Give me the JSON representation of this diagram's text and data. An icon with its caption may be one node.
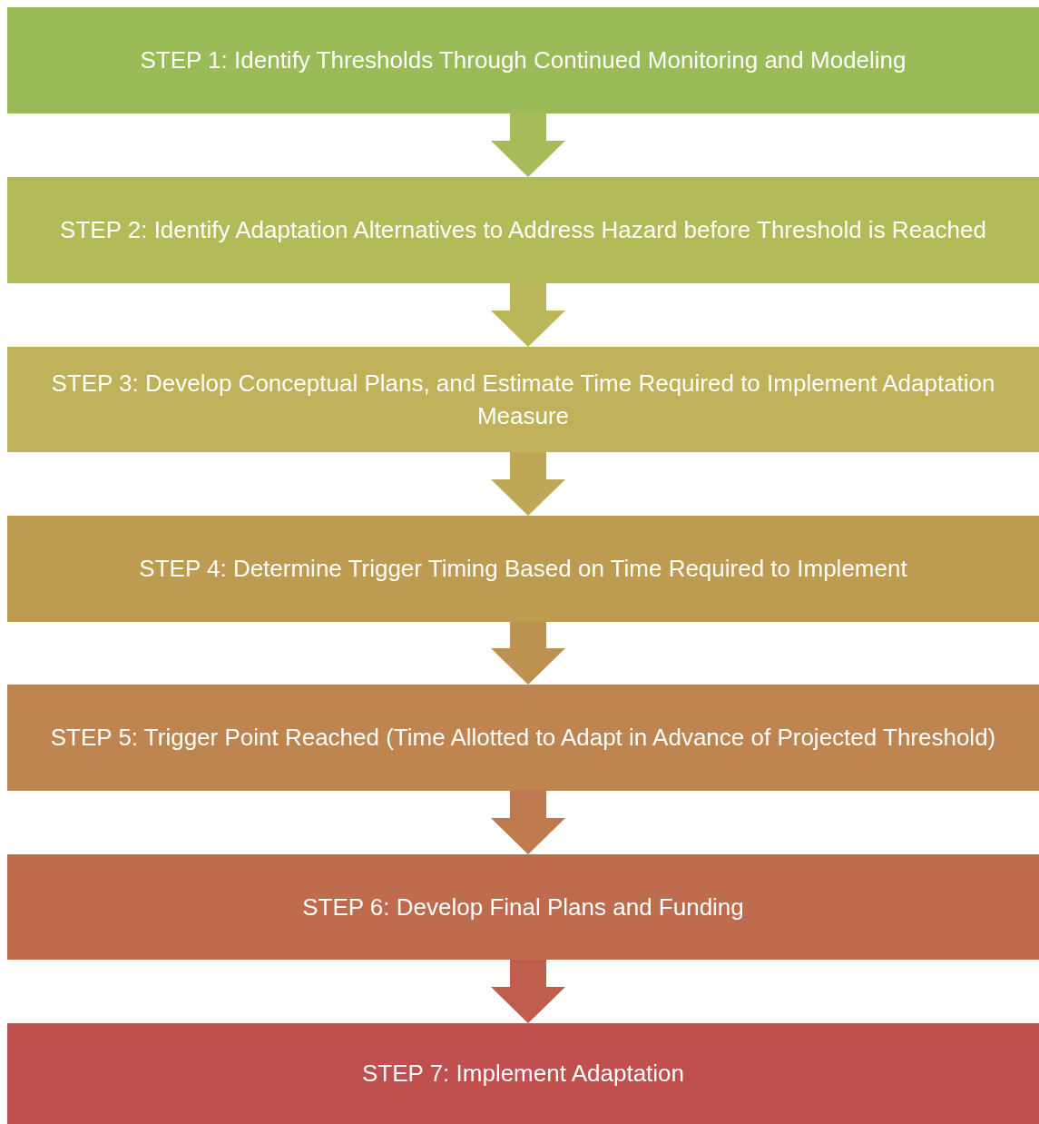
{
  "diagram": {
    "nodes": [
      {
        "text": [
          "STEP 1: Identify Thresholds Through Continued Monitoring and Modeling"
        ]
      },
      {
        "text": [
          "STEP 2: Identify Adaptation Alternatives to Address Hazard before Threshold is Reached"
        ]
      },
      {
        "text": [
          "STEP 3: Develop Conceptual Plans, and Estimate Time Required to Implement Adaptation Measure"
        ]
      },
      {
        "text": [
          "STEP 4: Determine Trigger Timing Based on Time Required to Implement"
        ]
      },
      {
        "text": [
          "STEP 5: Trigger Point Reached (Time Allotted to Adapt in Advance of Projected Threshold)"
        ]
      },
      {
        "text": [
          "STEP 6: Develop Final Plans and Funding"
        ]
      },
      {
        "text": [
          "STEP 7: Implement Adaptation"
        ]
      }
    ],
    "edges": [
      {
        "from": 0,
        "to": 1,
        "arrow": "to"
      },
      {
        "from": 1,
        "to": 2,
        "arrow": "to"
      },
      {
        "from": 2,
        "to": 3,
        "arrow": "to"
      },
      {
        "from": 3,
        "to": 4,
        "arrow": "to"
      },
      {
        "from": 4,
        "to": 5,
        "arrow": "to"
      },
      {
        "from": 5,
        "to": 6,
        "arrow": "to"
      }
    ]
  }
}
